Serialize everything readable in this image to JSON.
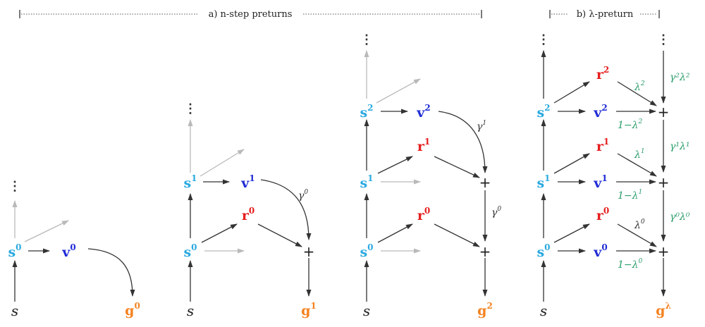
{
  "headers": {
    "a": "a) n-step preturns",
    "b": "b) λ-preturn"
  },
  "colors": {
    "s": "#2aa9e0",
    "v": "#1f2bd6",
    "r": "#e61e1e",
    "g": "#f5821f",
    "lambda": "#2a9d6a",
    "arrow": "#333333",
    "faint": "#b9b9b9"
  },
  "symbols": {
    "state": "s",
    "plus": "+",
    "ellipsis": "⋮"
  },
  "nodes": {
    "s": "s",
    "v": "v",
    "r": "r",
    "g": "g"
  },
  "superscripts": {
    "0": "0",
    "1": "1",
    "2": "2",
    "lambda": "λ"
  },
  "edge_labels": {
    "gamma0": {
      "base": "γ",
      "sup": "0"
    },
    "gamma1": {
      "base": "γ",
      "sup": "1"
    },
    "gl0": {
      "base": "γ⁰λ⁰"
    },
    "gl1": {
      "base": "γ¹λ¹"
    },
    "gl2": {
      "base": "γ²λ²"
    },
    "lam0": {
      "base": "λ",
      "sup": "0"
    },
    "lam1": {
      "base": "λ",
      "sup": "1"
    },
    "lam2": {
      "base": "λ",
      "sup": "2"
    },
    "oml0": {
      "base": "1−λ",
      "sup": "0"
    },
    "oml1": {
      "base": "1−λ",
      "sup": "1"
    },
    "oml2": {
      "base": "1−λ",
      "sup": "2"
    }
  }
}
